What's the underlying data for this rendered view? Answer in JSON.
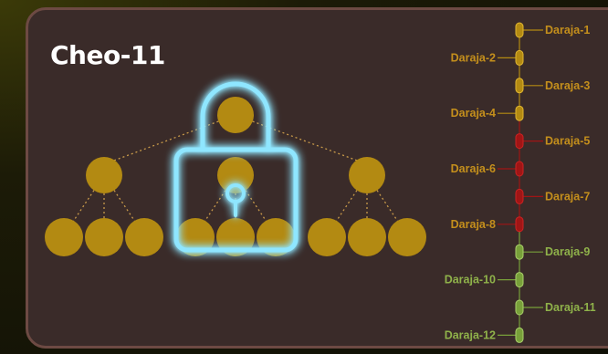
{
  "title": "Cheo-11",
  "colors": {
    "gold": "#b38a12",
    "gold_label": "#c48f1c",
    "red": "#a01515",
    "green": "#78a03a",
    "green_label": "#8fb24a",
    "lock_glow": "#39c8ff",
    "panel": "#3a2b29"
  },
  "icons": {
    "lock": "padlock-icon"
  },
  "levels": [
    {
      "label": "Daraja-1",
      "status": "gold"
    },
    {
      "label": "Daraja-2",
      "status": "gold"
    },
    {
      "label": "Daraja-3",
      "status": "gold"
    },
    {
      "label": "Daraja-4",
      "status": "gold"
    },
    {
      "label": "Daraja-5",
      "status": "red"
    },
    {
      "label": "Daraja-6",
      "status": "red"
    },
    {
      "label": "Daraja-7",
      "status": "red"
    },
    {
      "label": "Daraja-8",
      "status": "red"
    },
    {
      "label": "Daraja-9",
      "status": "green"
    },
    {
      "label": "Daraja-10",
      "status": "green"
    },
    {
      "label": "Daraja-11",
      "status": "green"
    },
    {
      "label": "Daraja-12",
      "status": "green"
    }
  ]
}
